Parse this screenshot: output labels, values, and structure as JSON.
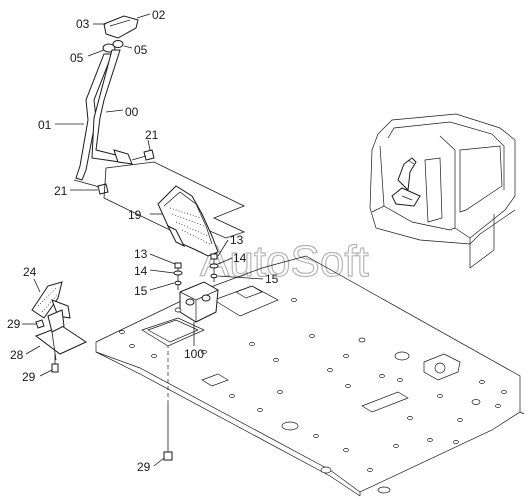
{
  "watermark": "AutoSoft",
  "labels": {
    "l03": "03",
    "l02": "02",
    "l05a": "05",
    "l05b": "05",
    "l00": "00",
    "l01": "01",
    "l21a": "21",
    "l21b": "21",
    "l19": "19",
    "l13a": "13",
    "l14a": "14",
    "l15a": "15",
    "l13b": "13",
    "l14b": "14",
    "l15b": "15",
    "l24": "24",
    "l29a": "29",
    "l28": "28",
    "l29b": "29",
    "l100": "100",
    "l29c": "29"
  }
}
